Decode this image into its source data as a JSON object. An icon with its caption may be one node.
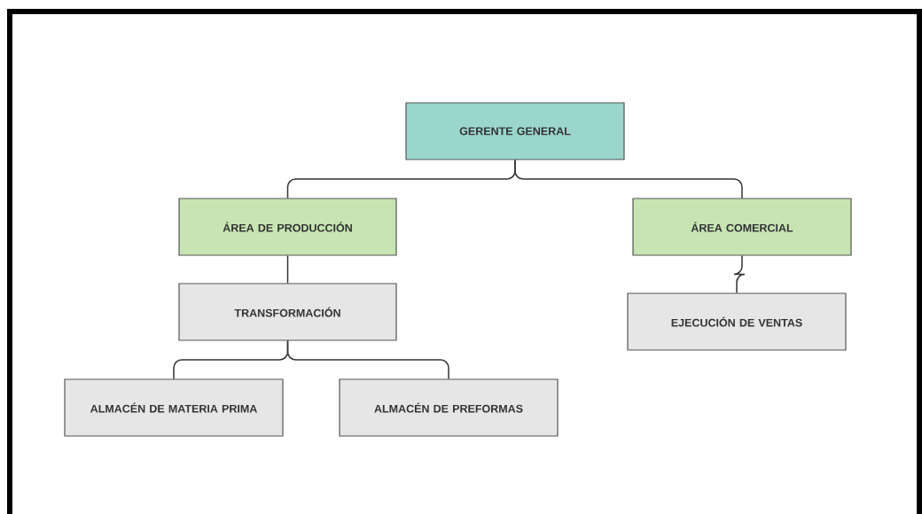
{
  "diagram": {
    "nodes": [
      {
        "text": [
          "GERENTE GENERAL"
        ]
      },
      {
        "text": [
          "ÁREA DE PRODUCCIÓN"
        ]
      },
      {
        "text": [
          "ÁREA COMERCIAL"
        ]
      },
      {
        "text": [
          "TRANSFORMACIÓN"
        ]
      },
      {
        "text": [
          "EJECUCIÓN DE VENTAS"
        ]
      },
      {
        "text": [
          "ALMACÉN DE MATERIA PRIMA"
        ]
      },
      {
        "text": [
          "ALMACÉN DE PREFORMAS"
        ]
      }
    ],
    "edges": [
      {
        "from": 0,
        "to": 1,
        "arrow": "none"
      },
      {
        "from": 0,
        "to": 2,
        "arrow": "none"
      },
      {
        "from": 1,
        "to": 3,
        "arrow": "none"
      },
      {
        "from": 2,
        "to": 4,
        "arrow": "none"
      },
      {
        "from": 3,
        "to": 5,
        "arrow": "none"
      },
      {
        "from": 3,
        "to": 6,
        "arrow": "none"
      }
    ]
  }
}
